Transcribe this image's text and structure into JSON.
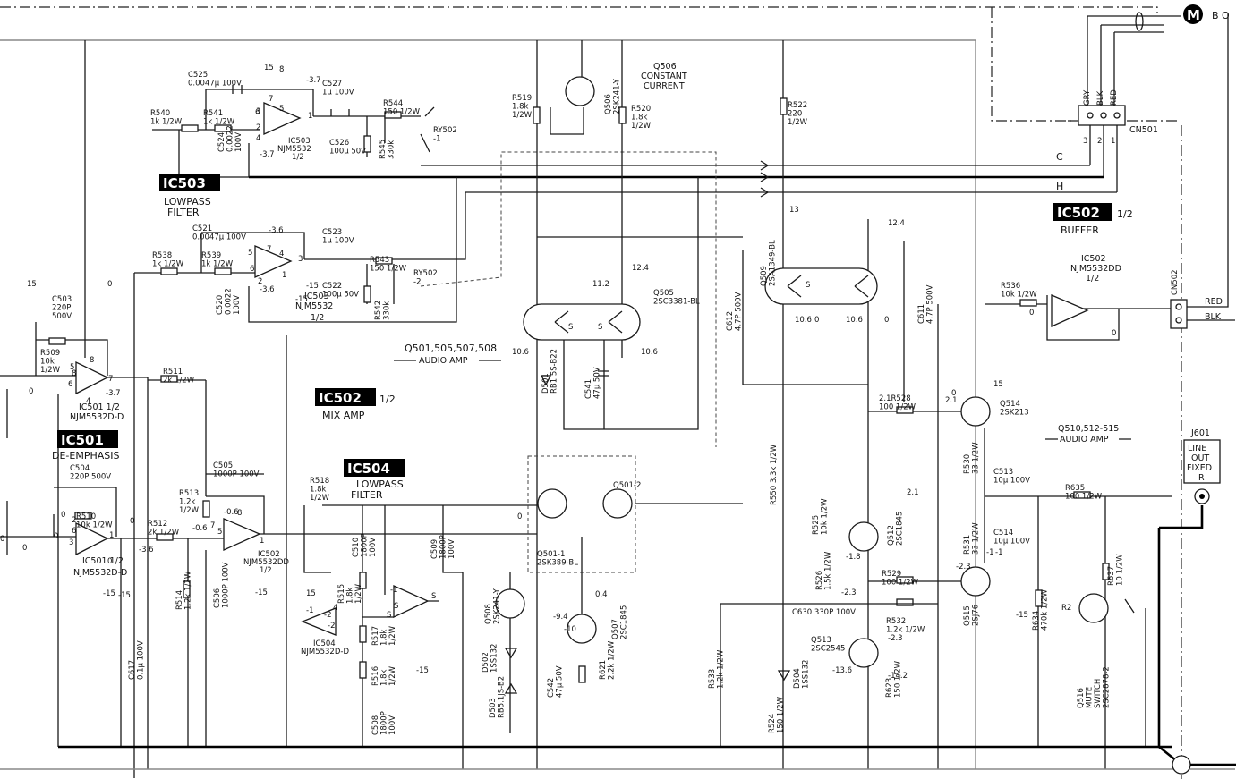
{
  "header": {
    "mark": "M",
    "partial_text": "B O"
  },
  "blocks": {
    "ic503": {
      "badge": "IC503",
      "desc1": "LOWPASS",
      "desc2": "FILTER"
    },
    "ic502_buffer": {
      "badge": "IC502",
      "suffix": "1/2",
      "desc": "BUFFER"
    },
    "ic502_mix": {
      "badge": "IC502",
      "suffix": "1/2",
      "desc": "MIX AMP"
    },
    "ic501": {
      "badge": "IC501",
      "desc": "DE-EMPHASIS"
    },
    "ic504": {
      "badge": "IC504",
      "desc1": "LOWPASS",
      "desc2": "FILTER"
    }
  },
  "connector_cn501": {
    "name": "CN501",
    "wire1": "GRY",
    "wire2": "BLK",
    "wire3": "RED",
    "pin3": "3",
    "pin2": "2",
    "pin1": "1"
  },
  "connector_cn502": {
    "name": "CN502",
    "red": "RED",
    "blk": "BLK"
  },
  "jack_j601": {
    "name": "J601",
    "line1": "LINE",
    "line2": "OUT",
    "line3": "FIXED",
    "line4": "R"
  },
  "signals": {
    "c": "C",
    "h": "H"
  },
  "groups": {
    "q501": {
      "line1": "Q501,505,507,508",
      "line2": "AUDIO AMP"
    },
    "q510": {
      "line1": "Q510,512-515",
      "line2": "AUDIO AMP"
    },
    "q506": {
      "line1": "Q506",
      "line2": "CONSTANT",
      "line3": "CURRENT"
    }
  },
  "ics": {
    "ic503a": {
      "name": "IC503",
      "part": "NJM5532",
      "half": "1/2"
    },
    "ic503b": {
      "name": "IC503",
      "part": "NJM5532",
      "half": "1/2"
    },
    "ic501a": {
      "name": "IC501 1/2",
      "part": "NJM5532D-D"
    },
    "ic501b": {
      "name": "IC501 1/2",
      "part": "NJM5532D-D"
    },
    "ic502a": {
      "name": "IC502",
      "part": "NJM5532DD",
      "half": "1/2"
    },
    "ic502b": {
      "name": "IC502",
      "part": "NJM5532DD",
      "half": "1/2"
    },
    "ic504": {
      "name": "IC504",
      "part": "NJM5532D-D"
    }
  },
  "components": [
    {
      "id": "c525",
      "lines": [
        "C525",
        "0.0047μ 100V"
      ]
    },
    {
      "id": "r540",
      "lines": [
        "R540",
        "1k 1/2W"
      ]
    },
    {
      "id": "r541",
      "lines": [
        "R541",
        "1k 1/2W"
      ]
    },
    {
      "id": "c527",
      "lines": [
        "C527",
        "1μ 100V"
      ]
    },
    {
      "id": "c524",
      "lines": [
        "C524",
        "0.0022",
        "100V"
      ]
    },
    {
      "id": "c526",
      "lines": [
        "C526",
        "100μ 50V"
      ]
    },
    {
      "id": "r544",
      "lines": [
        "R544",
        "150 1/2W"
      ]
    },
    {
      "id": "r545",
      "lines": [
        "R545",
        "330k"
      ]
    },
    {
      "id": "ry502a",
      "lines": [
        "RY502",
        "-1"
      ]
    },
    {
      "id": "r519",
      "lines": [
        "R519",
        "1.8k",
        "1/2W"
      ]
    },
    {
      "id": "q506",
      "lines": [
        "Q506",
        "2SK241-Y"
      ]
    },
    {
      "id": "r520",
      "lines": [
        "R520",
        "1.8k",
        "1/2W"
      ]
    },
    {
      "id": "r522",
      "lines": [
        "R522",
        "220",
        "1/2W"
      ]
    },
    {
      "id": "c521",
      "lines": [
        "C521",
        "0.0047μ 100V"
      ]
    },
    {
      "id": "c523",
      "lines": [
        "C523",
        "1μ 100V"
      ]
    },
    {
      "id": "r538",
      "lines": [
        "R538",
        "1k 1/2W"
      ]
    },
    {
      "id": "r539",
      "lines": [
        "R539",
        "1k 1/2W"
      ]
    },
    {
      "id": "r543",
      "lines": [
        "R543",
        "150 1/2W"
      ]
    },
    {
      "id": "ry502b",
      "lines": [
        "RY502",
        "-2"
      ]
    },
    {
      "id": "c520",
      "lines": [
        "C520",
        "0.0022",
        "100V"
      ]
    },
    {
      "id": "c522",
      "lines": [
        "C522",
        "100μ 50V"
      ]
    },
    {
      "id": "r542",
      "lines": [
        "R542",
        "330k"
      ]
    },
    {
      "id": "c503",
      "lines": [
        "C503",
        "220P",
        "500V"
      ]
    },
    {
      "id": "r509",
      "lines": [
        "R509",
        "10k",
        "1/2W"
      ]
    },
    {
      "id": "r511",
      "lines": [
        "R511",
        "2k 1/2W"
      ]
    },
    {
      "id": "q505",
      "lines": [
        "Q505",
        "2SC3381-BL"
      ]
    },
    {
      "id": "c612",
      "lines": [
        "C612",
        "4.7P 500V"
      ]
    },
    {
      "id": "q509",
      "lines": [
        "Q509",
        "2SA1349-BL"
      ]
    },
    {
      "id": "c611",
      "lines": [
        "C611",
        "4.7P 500V"
      ]
    },
    {
      "id": "r536",
      "lines": [
        "R536",
        "10k 1/2W"
      ]
    },
    {
      "id": "d501",
      "lines": [
        "D501",
        "RB1.5S-B22"
      ]
    },
    {
      "id": "c541",
      "lines": [
        "C541",
        "47μ 50V"
      ]
    },
    {
      "id": "r528",
      "lines": [
        "2.1R528",
        "100 1/2W"
      ]
    },
    {
      "id": "q514",
      "lines": [
        "Q514",
        "2SK213"
      ]
    },
    {
      "id": "c504",
      "lines": [
        "C504",
        "220P 500V"
      ]
    },
    {
      "id": "r510",
      "lines": [
        "R510",
        "10k 1/2W"
      ]
    },
    {
      "id": "c505",
      "lines": [
        "C505",
        "1000P 100V"
      ]
    },
    {
      "id": "r513",
      "lines": [
        "R513",
        "1.2k",
        "1/2W"
      ]
    },
    {
      "id": "r518",
      "lines": [
        "R518",
        "1.8k",
        "1/2W"
      ]
    },
    {
      "id": "r512",
      "lines": [
        "R512",
        "2k 1/2W"
      ]
    },
    {
      "id": "q501_2",
      "lines": [
        "Q501-2"
      ]
    },
    {
      "id": "q501",
      "lines": [
        "Q501-1",
        "2SK389-BL"
      ]
    },
    {
      "id": "r530",
      "lines": [
        "R530",
        "33 1/2W"
      ]
    },
    {
      "id": "c513",
      "lines": [
        "C513",
        "10μ 100V"
      ]
    },
    {
      "id": "r635",
      "lines": [
        "R635",
        "100 1/2W"
      ]
    },
    {
      "id": "c510",
      "lines": [
        "C510",
        "1800P",
        "100V"
      ]
    },
    {
      "id": "c509",
      "lines": [
        "C509",
        "1800P",
        "100V"
      ]
    },
    {
      "id": "r525",
      "lines": [
        "R525",
        "10k 1/2W"
      ]
    },
    {
      "id": "q512",
      "lines": [
        "Q512",
        "2SC1845"
      ]
    },
    {
      "id": "r531",
      "lines": [
        "R531",
        "33 1/2W"
      ]
    },
    {
      "id": "c514",
      "lines": [
        "C514",
        "10μ 100V"
      ]
    },
    {
      "id": "r514",
      "lines": [
        "R514",
        "1.2k 1/2W"
      ]
    },
    {
      "id": "c506",
      "lines": [
        "C506",
        "1000P 100V"
      ]
    },
    {
      "id": "r515",
      "lines": [
        "R515",
        "1.8k",
        "1/2W"
      ]
    },
    {
      "id": "r526",
      "lines": [
        "R526",
        "1.5k 1/2W"
      ]
    },
    {
      "id": "r529",
      "lines": [
        "R529",
        "100 1/2W"
      ]
    },
    {
      "id": "r637",
      "lines": [
        "R637",
        "10 1/2W"
      ]
    },
    {
      "id": "q508",
      "lines": [
        "Q508",
        "2SK241-Y"
      ]
    },
    {
      "id": "q507",
      "lines": [
        "Q507",
        "2SC1845"
      ]
    },
    {
      "id": "r517",
      "lines": [
        "R517",
        "1.8k",
        "1/2W"
      ]
    },
    {
      "id": "q515",
      "lines": [
        "Q515",
        "2SJ76"
      ]
    },
    {
      "id": "c630",
      "lines": [
        "C630 330P 100V"
      ]
    },
    {
      "id": "r532",
      "lines": [
        "R532",
        "1.2k 1/2W"
      ]
    },
    {
      "id": "r634",
      "lines": [
        "R634",
        "470k 1/2W"
      ]
    },
    {
      "id": "q513",
      "lines": [
        "Q513",
        "2SC2545"
      ]
    },
    {
      "id": "q516",
      "lines": [
        "Q516",
        "MUTE",
        "SWITCH",
        "2SC2878-2"
      ]
    },
    {
      "id": "r2",
      "lines": [
        "R2"
      ]
    },
    {
      "id": "c617",
      "lines": [
        "C617",
        "0.1μ 100V"
      ]
    },
    {
      "id": "d502",
      "lines": [
        "D502",
        "1SS132"
      ]
    },
    {
      "id": "r516",
      "lines": [
        "R516",
        "1.8k",
        "1/2W"
      ]
    },
    {
      "id": "r533",
      "lines": [
        "R533",
        "1.2k 1/2W"
      ]
    },
    {
      "id": "r550",
      "lines": [
        "R550 3.3k 1/2W"
      ]
    },
    {
      "id": "d504",
      "lines": [
        "D504",
        "1SS132"
      ]
    },
    {
      "id": "c542",
      "lines": [
        "C542",
        "47μ 50V"
      ]
    },
    {
      "id": "r621",
      "lines": [
        "R621",
        "2.2k 1/2W"
      ]
    },
    {
      "id": "d503",
      "lines": [
        "D503",
        "RB5.1JS-B2"
      ]
    },
    {
      "id": "c508",
      "lines": [
        "C508",
        "1800P",
        "100V"
      ]
    },
    {
      "id": "r524",
      "lines": [
        "R524",
        "150 1/2W"
      ]
    },
    {
      "id": "r623",
      "lines": [
        "R623",
        "150 1/2W"
      ]
    }
  ],
  "pins": [
    "6",
    "7",
    "3",
    "2",
    "1",
    "4",
    "5",
    "8",
    "6",
    "7",
    "5",
    "2",
    "3",
    "1",
    "4",
    "8",
    "5",
    "6",
    "7",
    "8",
    "4",
    "1",
    "2",
    "3",
    "6",
    "7",
    "1",
    "5",
    "8",
    "4",
    "-2",
    "-1",
    "-2",
    "-1",
    "S",
    "S",
    "S",
    "S",
    "S",
    "S"
  ],
  "voltages": [
    "15",
    "-3.7",
    "-3.7",
    "-3.6",
    "-3.6",
    "-15",
    "-15",
    "15",
    "0",
    "0",
    "0",
    "0",
    "-3.7",
    "-3.6",
    "0",
    "0",
    "-0.6",
    "-0.6",
    "-15",
    "-15",
    "0",
    "0",
    "15",
    "-15",
    "0",
    "11.2",
    "12.4",
    "10.6",
    "10.6",
    "13",
    "12.4",
    "10.6",
    "10.6",
    "0",
    "0",
    "2.1",
    "15",
    "0",
    "2.1",
    "-1.8",
    "-2.3",
    "-2.3",
    "-1",
    "-1",
    "-15",
    "-2.3",
    "-13.6",
    "-14.2",
    "-9.4",
    "-10",
    "0.4",
    "0",
    "0",
    "-15"
  ]
}
